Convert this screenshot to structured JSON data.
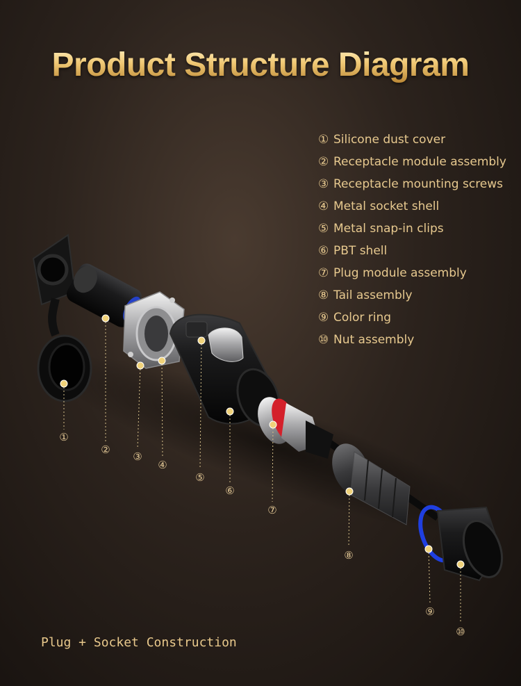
{
  "title": "Product Structure Diagram",
  "legend": [
    {
      "num": "①",
      "label": "Silicone dust cover"
    },
    {
      "num": "②",
      "label": "Receptacle module assembly"
    },
    {
      "num": "③",
      "label": "Receptacle mounting screws"
    },
    {
      "num": "④",
      "label": "Metal socket shell"
    },
    {
      "num": "⑤",
      "label": "Metal snap-in clips"
    },
    {
      "num": "⑥",
      "label": "PBT shell"
    },
    {
      "num": "⑦",
      "label": "Plug module assembly"
    },
    {
      "num": "⑧",
      "label": "Tail assembly"
    },
    {
      "num": "⑨",
      "label": "Color ring"
    },
    {
      "num": "⑩",
      "label": "Nut assembly"
    }
  ],
  "callouts": [
    "①",
    "②",
    "③",
    "④",
    "⑤",
    "⑥",
    "⑦",
    "⑧",
    "⑨",
    "⑩"
  ],
  "footer": "Plug + Socket Construction",
  "colors": {
    "gold": "#e7c98f",
    "red_ring": "#d4202a",
    "blue_ring": "#1f3fe0"
  }
}
